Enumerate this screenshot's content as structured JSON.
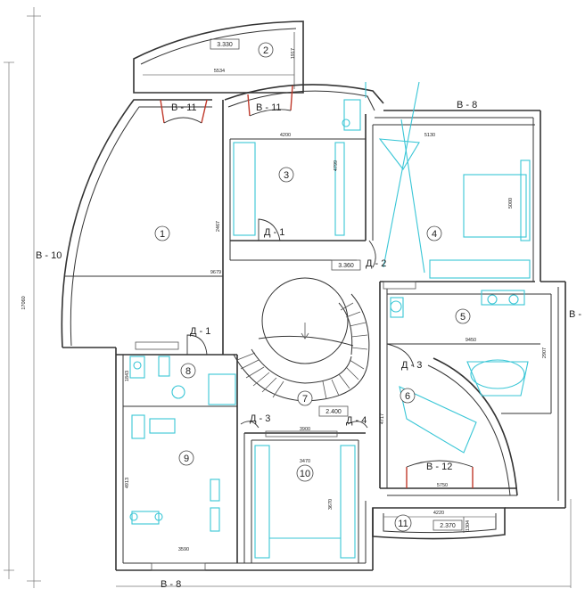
{
  "rooms": [
    {
      "id": "room-1",
      "number": "1"
    },
    {
      "id": "room-2",
      "number": "2"
    },
    {
      "id": "room-3",
      "number": "3"
    },
    {
      "id": "room-4",
      "number": "4"
    },
    {
      "id": "room-5",
      "number": "5"
    },
    {
      "id": "room-6",
      "number": "6"
    },
    {
      "id": "room-7",
      "number": "7"
    },
    {
      "id": "room-8",
      "number": "8"
    },
    {
      "id": "room-9",
      "number": "9"
    },
    {
      "id": "room-10",
      "number": "10"
    },
    {
      "id": "room-11",
      "number": "11"
    }
  ],
  "labels": {
    "b11_left": "В - 11",
    "b11_right": "В - 11",
    "b8_top": "В - 8",
    "b8_bottom": "В - 8",
    "b10": "В - 10",
    "b_right": "В -",
    "b12": "В - 12",
    "d1_top": "Д - 1",
    "d1_mid": "Д - 1",
    "d2": "Д - 2",
    "d3_right": "Д - 3",
    "d3_bottom": "Д - 3",
    "d4": "Д - 4"
  },
  "boxes": {
    "top": "3.330",
    "mid": "3.360",
    "stair": "2.400",
    "bottom": "2.370"
  },
  "dims": {
    "d5534": "5534",
    "d1917": "1917",
    "d4200": "4200",
    "d4799": "4799",
    "d2467": "2467",
    "d9679": "9679",
    "d5130": "5130",
    "d5000": "5000",
    "d9450": "9450",
    "d2907": "2907",
    "d1843": "1843",
    "d3900": "3900",
    "d3470": "3470",
    "d4717": "4717",
    "d4913": "4913",
    "d3670": "3670",
    "d3590": "3590",
    "d5750": "5750",
    "d4220": "4220",
    "d1304": "1304",
    "d17060": "17060"
  }
}
